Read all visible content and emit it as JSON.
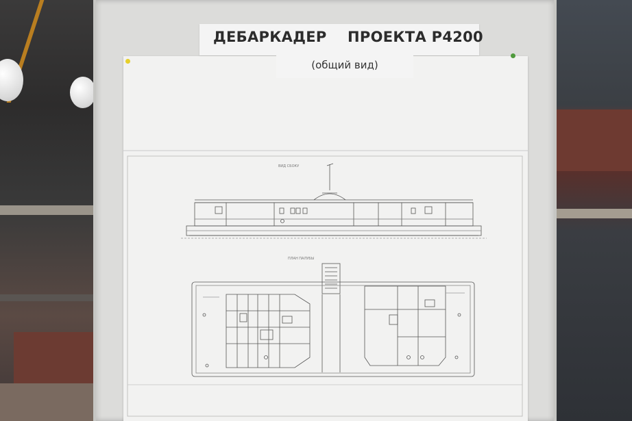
{
  "poster": {
    "title_left": "ДЕБАРКАДЕР",
    "title_right": "ПРОЕКТА Р4200",
    "subtitle": "(общий вид)"
  },
  "drawing": {
    "side_view_caption": "ВИД СБОКУ",
    "plan_view_caption": "ПЛАН ПАЛУБЫ"
  },
  "colors": {
    "board": "#dcdcda",
    "paper": "#f2f2f1",
    "ink": "#2c2c2c",
    "pin_yellow": "#e6cf2a",
    "pin_green": "#4f9a3c"
  }
}
